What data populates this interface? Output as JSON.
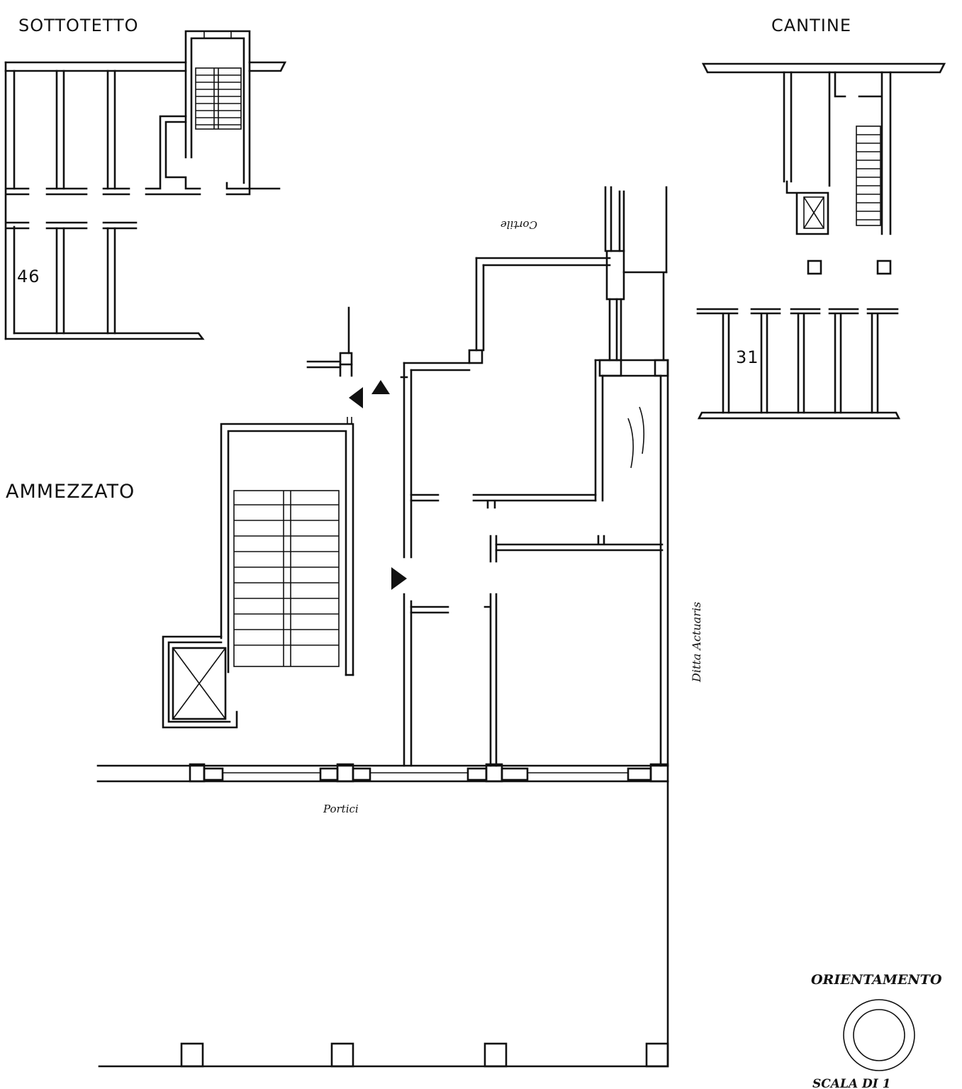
{
  "labels": {
    "sottotetto": "SOTTOTETTO",
    "cantine": "CANTINE",
    "ammezzato": "AMMEZZATO",
    "unit_sottotetto": "46",
    "unit_cantine": "31",
    "portici": "Portici",
    "cortile": "Cortile",
    "ditta": "Ditta Actuaris",
    "orientamento": "ORIENTAMENTO",
    "scala": "SCALA DI 1"
  }
}
